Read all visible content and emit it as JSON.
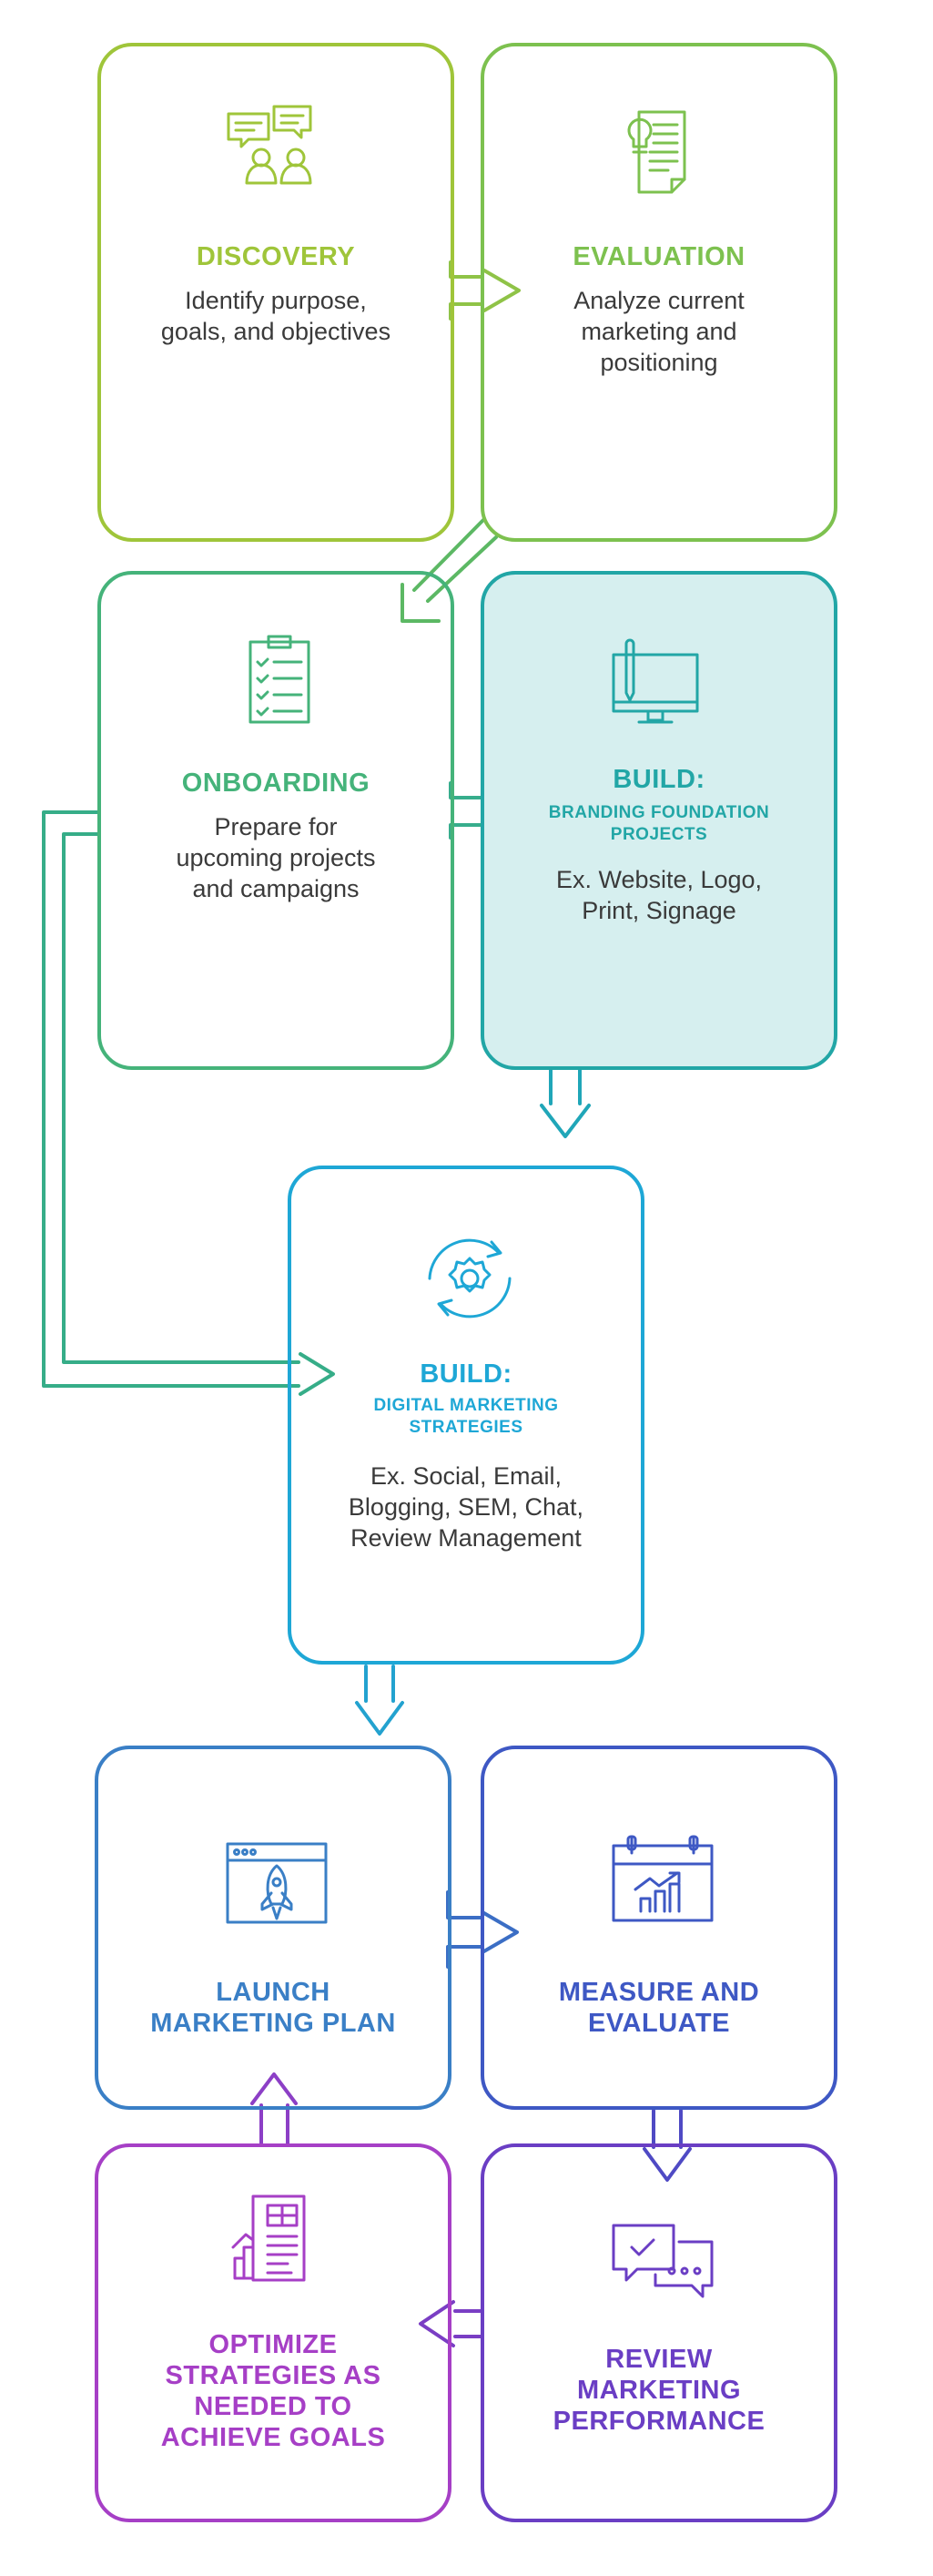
{
  "colors": {
    "discovery": "#9fc53a",
    "evaluation": "#7dc14f",
    "onboarding": "#45b37a",
    "branding": "#22a6a6",
    "branding_fill": "#d6efef",
    "digital": "#1ea7d6",
    "launch": "#3a7fc6",
    "measure": "#3e58c4",
    "review": "#6a3ec4",
    "optimize": "#a63fc6"
  },
  "steps": {
    "discovery": {
      "title": "DISCOVERY",
      "desc": "Identify purpose,\ngoals, and objectives",
      "icon": "chat-bubbles-people-icon"
    },
    "evaluation": {
      "title": "EVALUATION",
      "desc": "Analyze current\nmarketing and\npositioning",
      "icon": "document-lightbulb-icon"
    },
    "onboarding": {
      "title": "ONBOARDING",
      "desc": "Prepare for\nupcoming projects\nand campaigns",
      "icon": "clipboard-checklist-icon"
    },
    "branding": {
      "title": "BUILD:",
      "subtitle": "BRANDING FOUNDATION\nPROJECTS",
      "desc": "Ex. Website, Logo,\nPrint, Signage",
      "icon": "monitor-pen-icon"
    },
    "digital": {
      "title": "BUILD:",
      "subtitle": "DIGITAL MARKETING\nSTRATEGIES",
      "desc": "Ex. Social, Email,\nBlogging, SEM, Chat,\nReview Management",
      "icon": "gear-cycle-icon"
    },
    "launch": {
      "title": "LAUNCH\nMARKETING PLAN",
      "icon": "browser-rocket-icon"
    },
    "measure": {
      "title": "MEASURE AND\nEVALUATE",
      "icon": "calendar-chart-icon"
    },
    "review": {
      "title": "REVIEW\nMARKETING\nPERFORMANCE",
      "icon": "message-bubbles-icon"
    },
    "optimize": {
      "title": "OPTIMIZE\nSTRATEGIES AS\nNEEDED TO\nACHIEVE GOALS",
      "icon": "report-chart-icon"
    }
  }
}
